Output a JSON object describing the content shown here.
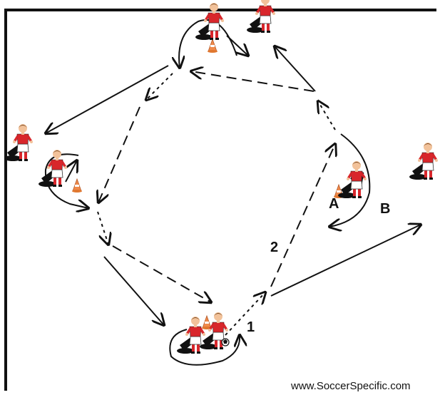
{
  "labels": {
    "player_a": "A",
    "player_b": "B",
    "step_1": "1",
    "step_2": "2"
  },
  "credit": "www.SoccerSpecific.com",
  "colors": {
    "line": "#111111",
    "shirt": "#d8262b",
    "shorts": "#ffffff",
    "socks": "#d8262b",
    "skin": "#f2c29a",
    "hair": "#7a4a22",
    "cone": "#f08a4b",
    "shadow": "#111111"
  },
  "icons": [
    "player-icon",
    "cone-icon",
    "ball-icon",
    "arrow-icon"
  ]
}
